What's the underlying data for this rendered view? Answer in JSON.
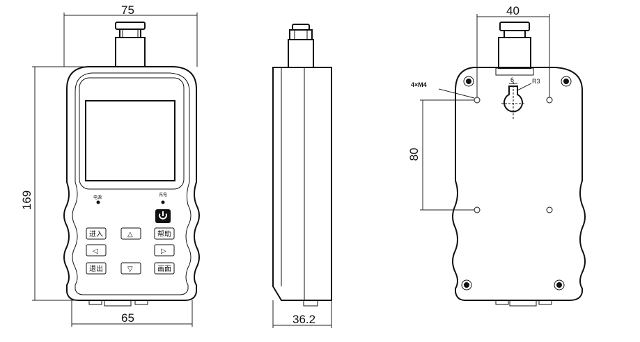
{
  "front_view": {
    "width_top_label": "75",
    "width_bottom_label": "65",
    "height_label": "169",
    "indicator_left_label": "电源",
    "indicator_right_label": "充电",
    "buttons": {
      "enter": "进入",
      "help": "帮助",
      "exit": "退出",
      "screen": "画面",
      "up": "△",
      "down": "▽",
      "left": "◁",
      "right": "▷"
    }
  },
  "side_view": {
    "depth_label": "36.2"
  },
  "rear_view": {
    "hole_spacing_label": "40",
    "vertical_spacing_label": "80",
    "screw_label": "4×M4",
    "slot_width_label": "6",
    "slot_radius_label": "R3"
  }
}
